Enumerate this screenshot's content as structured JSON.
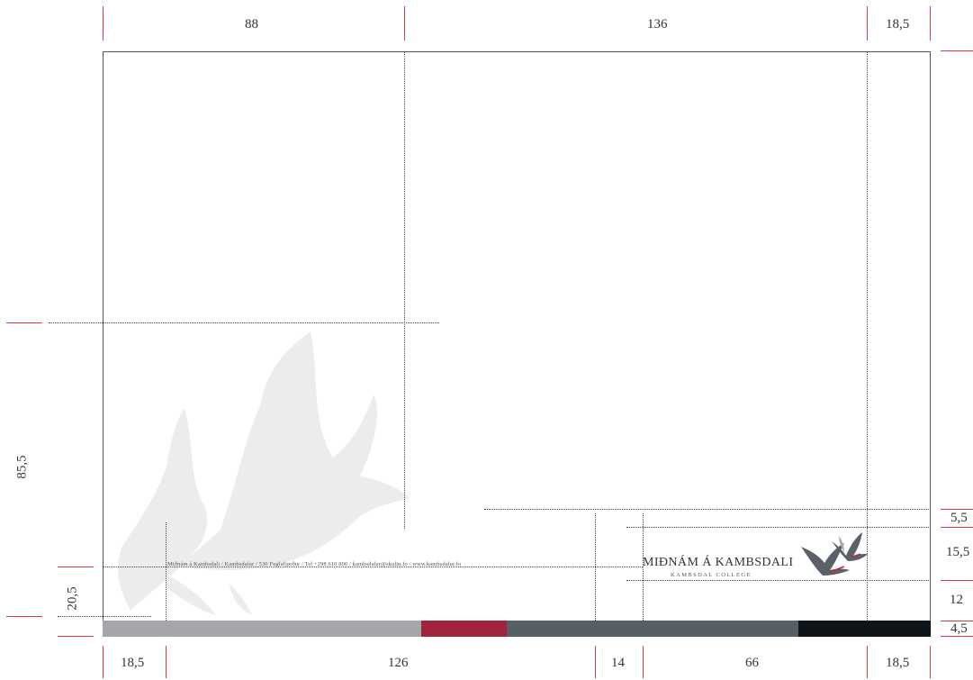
{
  "dimensions": {
    "top": [
      "88",
      "136",
      "18,5"
    ],
    "bottom": [
      "18,5",
      "126",
      "14",
      "66",
      "18,5"
    ],
    "left": [
      "85,5",
      "20,5"
    ],
    "right": [
      "5,5",
      "15,5",
      "12",
      "4,5"
    ]
  },
  "footer": {
    "contact_line": "Miðnám á Kambsdali  /  Kambsdalur  /  530 Fuglafjørður  /  Tel +298 610 800  /  kambsdalur@skulin.fo  /  www.kambsdalur.fo"
  },
  "brand": {
    "name": "MIÐNÁM Á KAMBSDALI",
    "subtitle": "KAMBSDAL COLLEGE"
  },
  "colors": {
    "bar_grey": "#a4a6a9",
    "bar_red": "#a3223c",
    "bar_slate": "#575f66",
    "bar_dark": "#0f1418",
    "guide_red": "#d83a4a",
    "watermark": "#ececec"
  },
  "icons": [
    "tern-watermark-icon",
    "tern-logo-icon"
  ]
}
